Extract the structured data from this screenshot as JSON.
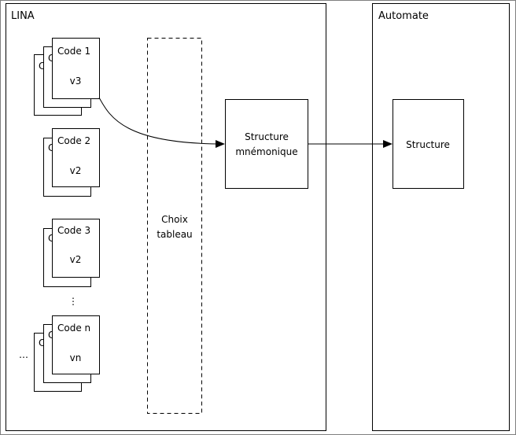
{
  "lina_title": "LINA",
  "automate_title": "Automate",
  "choix_line1": "Choix",
  "choix_line2": "tableau",
  "structure_mnemo_line1": "Structure",
  "structure_mnemo_line2": "mnémonique",
  "structure_label": "Structure",
  "codes": [
    {
      "name": "Code 1",
      "version": "v3"
    },
    {
      "name": "Code 2",
      "version": "v2"
    },
    {
      "name": "Code 3",
      "version": "v2"
    },
    {
      "name": "Code n",
      "version": "vn"
    }
  ],
  "vertical_ellipsis": "⋮",
  "left_ellipsis": "…",
  "stack_peek_letter": "C"
}
